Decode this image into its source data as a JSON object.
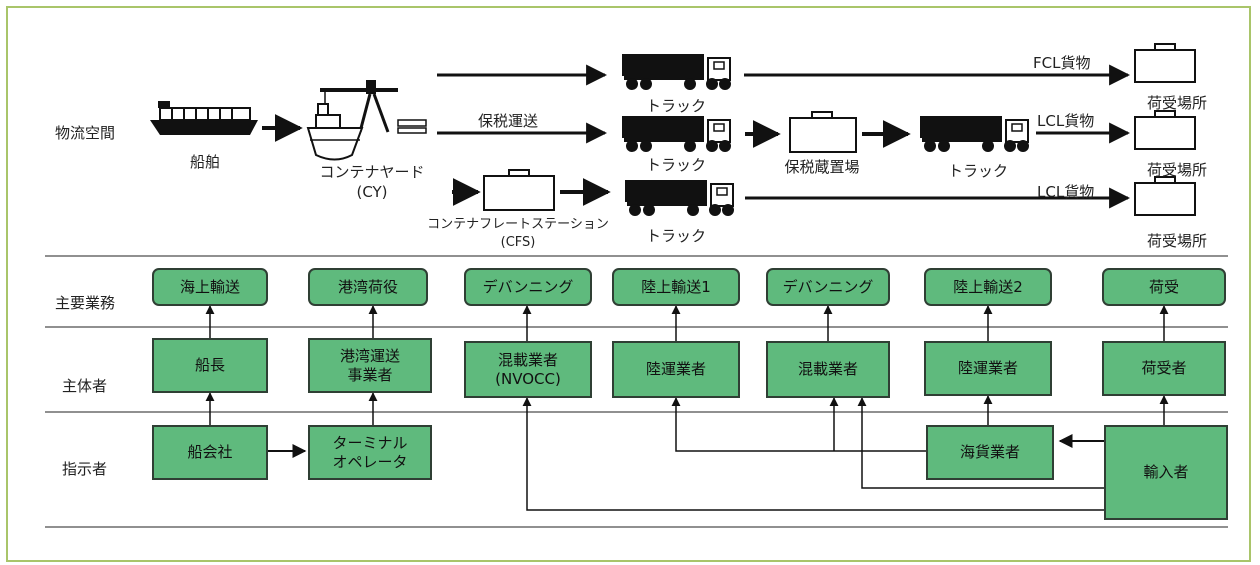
{
  "rows": {
    "physical": "物流空間",
    "business": "主要業務",
    "actor": "主体者",
    "instructor": "指示者"
  },
  "physical": {
    "ship": "船舶",
    "cy": "コンテナヤード",
    "cy_abbr": "(CY)",
    "cfs": "コンテナフレートステーション",
    "cfs_abbr": "(CFS)",
    "bonded_transport": "保税運送",
    "bonded_area": "保税蔵置場",
    "truck": "トラック",
    "fcl": "FCL貨物",
    "lcl": "LCL貨物",
    "receiving": "荷受場所"
  },
  "business": {
    "b1": "海上輸送",
    "b2": "港湾荷役",
    "b3": "デバンニング",
    "b4": "陸上輸送1",
    "b5": "デバンニング",
    "b6": "陸上輸送2",
    "b7": "荷受"
  },
  "actors": {
    "a1": "船長",
    "a2_line1": "港湾運送",
    "a2_line2": "事業者",
    "a3_line1": "混載業者",
    "a3_line2": "(NVOCC)",
    "a4": "陸運業者",
    "a5": "混載業者",
    "a6": "陸運業者",
    "a7": "荷受者"
  },
  "instructors": {
    "i1": "船会社",
    "i2_line1": "ターミナル",
    "i2_line2": "オペレータ",
    "i3": "海貨業者",
    "i4": "輸入者"
  },
  "colors": {
    "box_fill": "#5fba7d",
    "box_border": "#2f3f34",
    "frame": "#a9c56a"
  }
}
